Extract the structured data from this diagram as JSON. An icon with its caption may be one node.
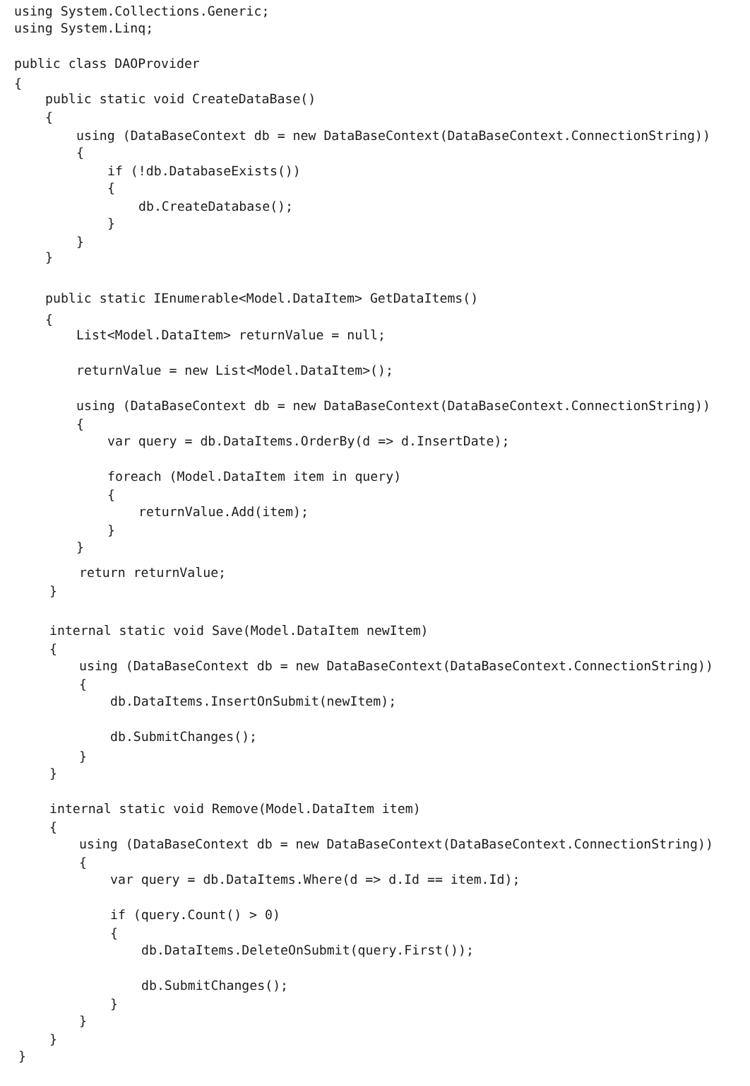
{
  "diagram": {
    "labels": [
      "using System.Collections.Generic;",
      "using System.Linq;",
      "public class DAOProvider",
      "{",
      "public static void CreateDataBase()",
      "{",
      "using (DataBaseContext db = new DataBaseContext(DataBaseContext.ConnectionString))",
      "{",
      "if (!db.DatabaseExists())",
      "{",
      "db.CreateDatabase();",
      "}",
      "}",
      "}",
      "public static IEnumerable<Model.DataItem> GetDataItems()",
      "{",
      "List<Model.DataItem> returnValue = null;",
      "returnValue = new List<Model.DataItem>();",
      "using (DataBaseContext db = new DataBaseContext(DataBaseContext.ConnectionString))",
      "{",
      "var query = db.DataItems.OrderBy(d => d.InsertDate);",
      "foreach (Model.DataItem item in query)",
      "{",
      "returnValue.Add(item);",
      "}",
      "}",
      "return returnValue;",
      "}",
      "internal static void Save(Model.DataItem newItem)",
      "{",
      "using (DataBaseContext db = new DataBaseContext(DataBaseContext.ConnectionString))",
      "{",
      "db.DataItems.InsertOnSubmit(newItem);",
      "db.SubmitChanges();",
      "}",
      "}",
      "internal static void Remove(Model.DataItem item)",
      "{",
      "using (DataBaseContext db = new DataBaseContext(DataBaseContext.ConnectionString))",
      "{",
      "var query = db.DataItems.Where(d => d.Id == item.Id);",
      "if (query.Count() > 0)",
      "{",
      "db.DataItems.DeleteOnSubmit(query.First());",
      "db.SubmitChanges();",
      "}",
      "}",
      "}",
      "}"
    ]
  }
}
